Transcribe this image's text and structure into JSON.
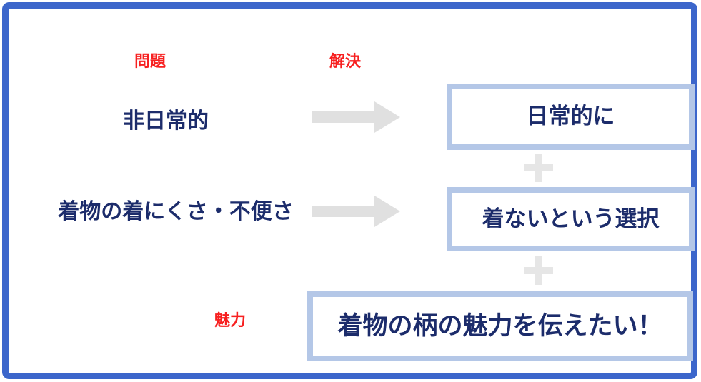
{
  "diagram": {
    "column_labels": {
      "problem": "問題",
      "solution": "解決"
    },
    "bottom_label": "魅力",
    "rows": [
      {
        "problem": "非日常的",
        "solution": "日常的に"
      },
      {
        "problem": "着物の着にくさ・不便さ",
        "solution": "着ないという選択"
      }
    ],
    "conclusion": "着物の柄の魅力を伝えたい！",
    "icons": {
      "arrow": "right-arrow-icon",
      "plus": "plus-icon"
    },
    "colors": {
      "frame_blue": "#3c66cb",
      "box_border_blue": "#b4c7e7",
      "text_navy": "#1c2c6b",
      "label_red": "#f72020",
      "arrow_gray": "#e0e0e0",
      "plus_gray": "#e6e6e6"
    }
  }
}
